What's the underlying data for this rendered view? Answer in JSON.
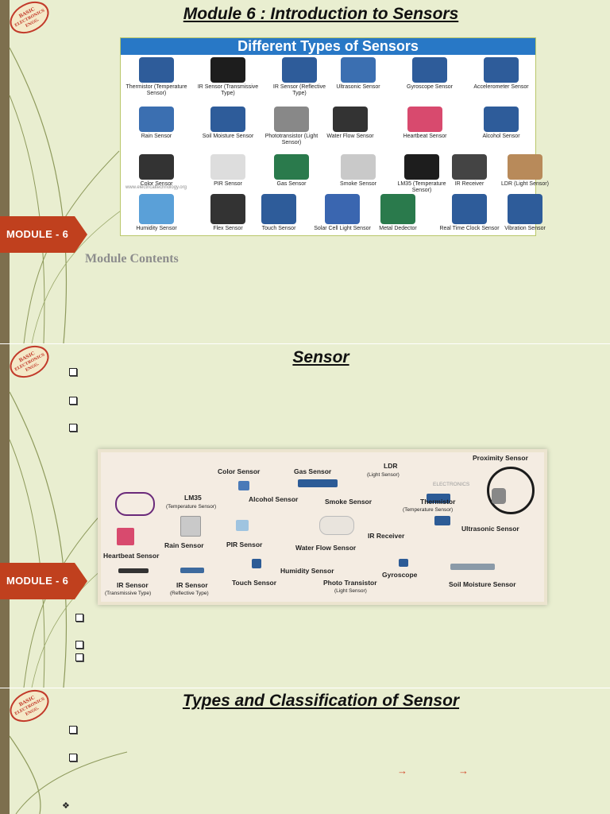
{
  "slide1": {
    "title": "Module 6 : Introduction to Sensors",
    "logo_text": "BASIC ELECTRONICS ENGG.",
    "module_tag": "MODULE - 6",
    "module_contents": "Module Contents",
    "poster": {
      "heading": "Different Types of Sensors",
      "watermark": "www.electricaltechnology.org",
      "items": [
        {
          "label": "Thermistor (Temperature Sensor)"
        },
        {
          "label": "IR Sensor (Transmissive Type)"
        },
        {
          "label": "IR Sensor (Reflective Type)"
        },
        {
          "label": "Ultrasonic Sensor"
        },
        {
          "label": "Gyroscope Sensor"
        },
        {
          "label": "Accelerometer Sensor"
        },
        {
          "label": "Rain Sensor"
        },
        {
          "label": "Soil Moisture Sensor"
        },
        {
          "label": "Phototransistor (Light Sensor)"
        },
        {
          "label": "Water Flow Sensor"
        },
        {
          "label": "Heartbeat Sensor"
        },
        {
          "label": "Alcohol Sensor"
        },
        {
          "label": "Color Sensor"
        },
        {
          "label": "PIR Sensor"
        },
        {
          "label": "Gas Sensor"
        },
        {
          "label": "Smoke Sensor"
        },
        {
          "label": "LM35 (Temperature Sensor)"
        },
        {
          "label": "IR Receiver"
        },
        {
          "label": "LDR (Light Sensor)"
        },
        {
          "label": "Humidity Sensor"
        },
        {
          "label": "Flex Sensor"
        },
        {
          "label": "Touch Sensor"
        },
        {
          "label": "Solar Cell Light Sensor"
        },
        {
          "label": "Metal Dedector"
        },
        {
          "label": "Real Time Clock Sensor"
        },
        {
          "label": "Vibration Sensor"
        }
      ]
    }
  },
  "slide2": {
    "title": "Sensor",
    "logo_text": "BASIC ELECTRONICS ENGG.",
    "module_tag": "MODULE - 6",
    "photo": {
      "watermark": "ELECTRONICS",
      "labels": {
        "color": "Color Sensor",
        "gas": "Gas Sensor",
        "ldr": "LDR",
        "ldr_sub": "(Light Sensor)",
        "proximity": "Proximity Sensor",
        "lm35": "LM35",
        "lm35_sub": "(Temperature Sensor)",
        "alcohol": "Alcohol Sensor",
        "smoke": "Smoke Sensor",
        "thermistor": "Thermistor",
        "thermistor_sub": "(Temperature Sensor)",
        "rain": "Rain Sensor",
        "pir": "PIR Sensor",
        "waterflow": "Water Flow Sensor",
        "irreceiver": "IR Receiver",
        "ultrasonic": "Ultrasonic Sensor",
        "heartbeat": "Heartbeat Sensor",
        "humidity": "Humidity Sensor",
        "gyroscope": "Gyroscope",
        "ir_trans": "IR Sensor",
        "ir_trans_sub": "(Transmissive Type)",
        "ir_refl": "IR Sensor",
        "ir_refl_sub": "(Reflective Type)",
        "touch": "Touch Sensor",
        "phototransistor": "Photo Transistor",
        "phototransistor_sub": "(Light Sensor)",
        "soil": "Soil Moisture Sensor"
      }
    }
  },
  "slide3": {
    "title": "Types and Classification of Sensor",
    "logo_text": "BASIC ELECTRONICS ENGG.",
    "arrow_glyph": "→"
  },
  "colors": {
    "slide_bg": "#e9eed0",
    "sidebar": "#7d6f4e",
    "module_tag": "#c0401e",
    "poster_head": "#2878c6"
  }
}
